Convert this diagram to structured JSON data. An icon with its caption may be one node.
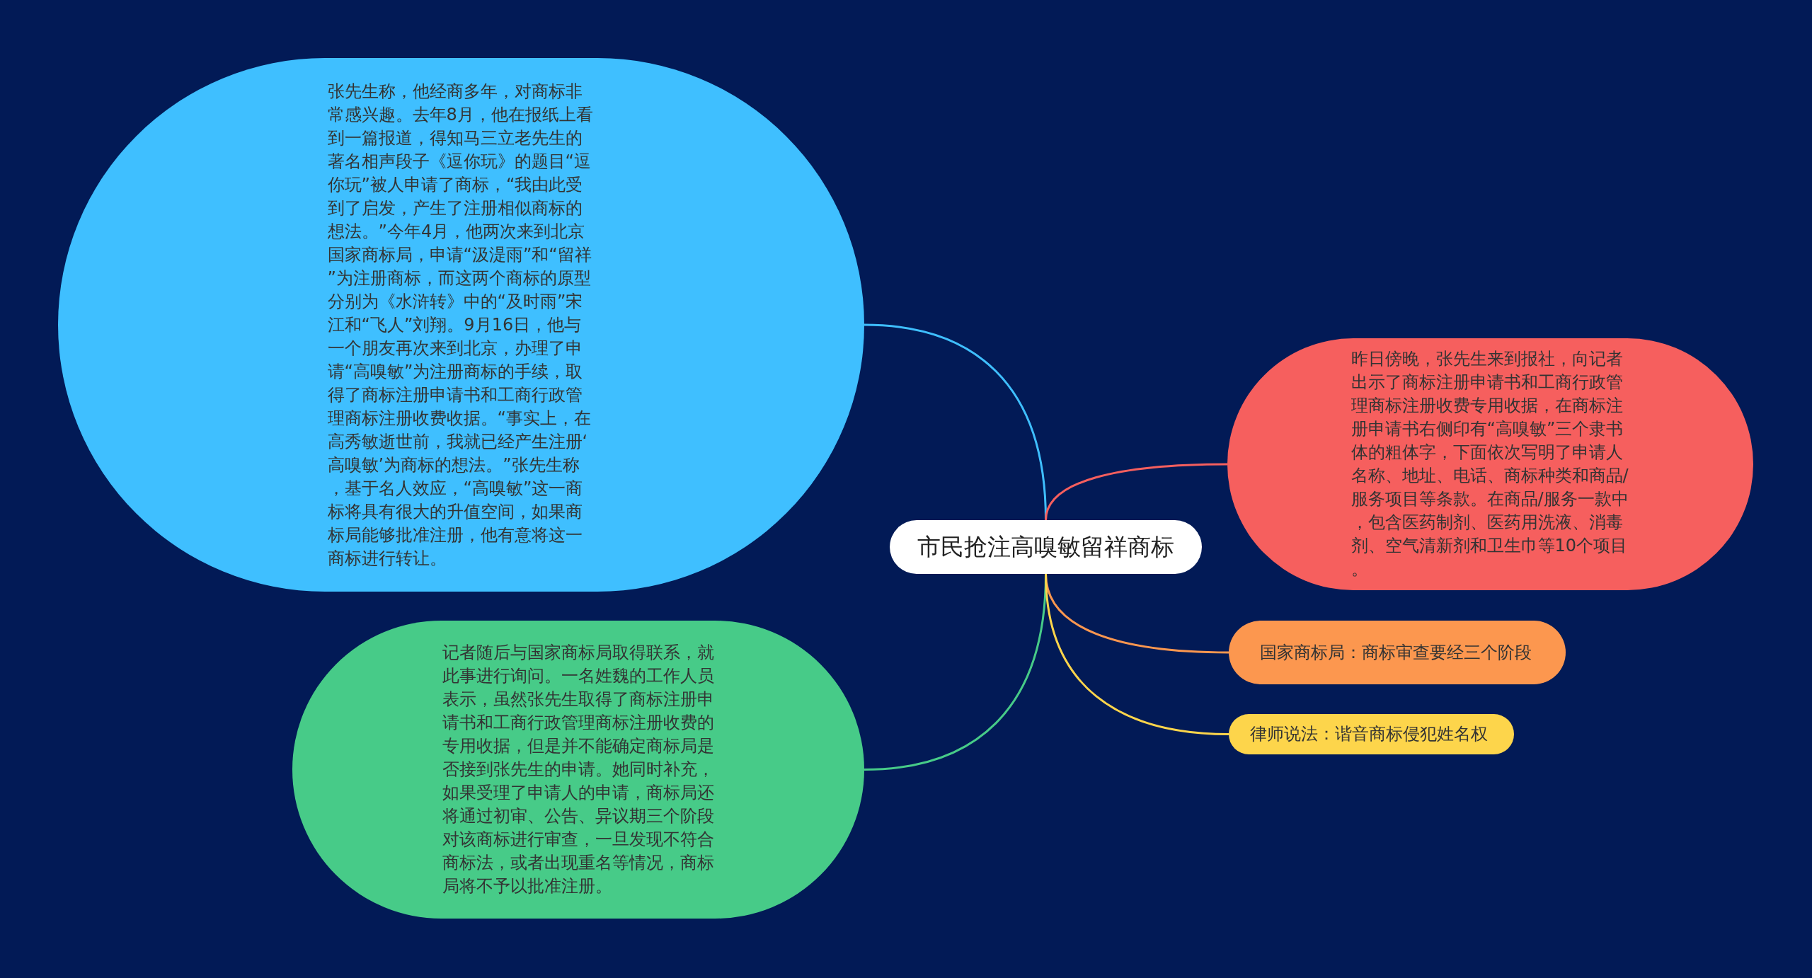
{
  "diagram": {
    "nodes": [
      {
        "text": [
          "市民抢注高嗅敏留祥商标"
        ]
      },
      {
        "text": [
          "张先生称，他经商多年，对商标非常感兴趣。去年8月，他在报纸上看到一篇报道，得知马三立老先生的著名相声段子《逗你玩》的题目“逗你玩”被人申请了商标，“我由此受到了启发，产生了注册相似商标的想法。”今年4月，他两次来到北京国家商标局，申请“汲湜雨”和“留祥”为注册商标，而这两个商标的原型分别为《水浒转》中的“及时雨”宋江和“飞人”刘翔。9月16日，他与一个朋友再次来到北京，办理了申请“高嗅敏”为注册商标的手续，取得了商标注册申请书和工商行政管理商标注册收费收据。“事实上，在高秀敏逝世前，我就已经产生注册‘高嗅敏’为商标的想法。”张先生称，基于名人效应，“高嗅敏”这一商标将具有很大的升值空间，如果商标局能够批准注册，他有意将这一商标进行转让。"
        ]
      },
      {
        "text": [
          "记者随后与国家商标局取得联系，就此事进行询问。一名姓魏的工作人员表示，虽然张先生取得了商标注册申请书和工商行政管理商标注册收费的专用收据，但是并不能确定商标局是否接到张先生的申请。她同时补充，如果受理了申请人的申请，商标局还将通过初审、公告、异议期三个阶段对该商标进行审查，一旦发现不符合商标法，或者出现重名等情况，商标局将不予以批准注册。"
        ]
      },
      {
        "text": [
          "昨日傍晚，张先生来到报社，向记者出示了商标注册申请书和工商行政管理商标注册收费专用收据，在商标注册申请书右侧印有“高嗅敏”三个隶书体的粗体字，下面依次写明了申请人名称、地址、电话、商标种类和商品/服务项目等条款。在商品/服务一款中，包含医药制剂、医药用洗液、消毒剂、空气清新剂和卫生巾等10个项目。"
        ]
      },
      {
        "text": [
          "国家商标局：商标审查要经三个阶段"
        ]
      },
      {
        "text": [
          "律师说法：谐音商标侵犯姓名权"
        ]
      }
    ],
    "edges": [
      {
        "from": 0,
        "to": 1,
        "arrow": "none",
        "color": "#3fbfff"
      },
      {
        "from": 0,
        "to": 2,
        "arrow": "none",
        "color": "#47cb88"
      },
      {
        "from": 0,
        "to": 3,
        "arrow": "none",
        "color": "#f65f5e"
      },
      {
        "from": 0,
        "to": 4,
        "arrow": "none",
        "color": "#fc974f"
      },
      {
        "from": 0,
        "to": 5,
        "arrow": "none",
        "color": "#fdd54b"
      }
    ]
  }
}
